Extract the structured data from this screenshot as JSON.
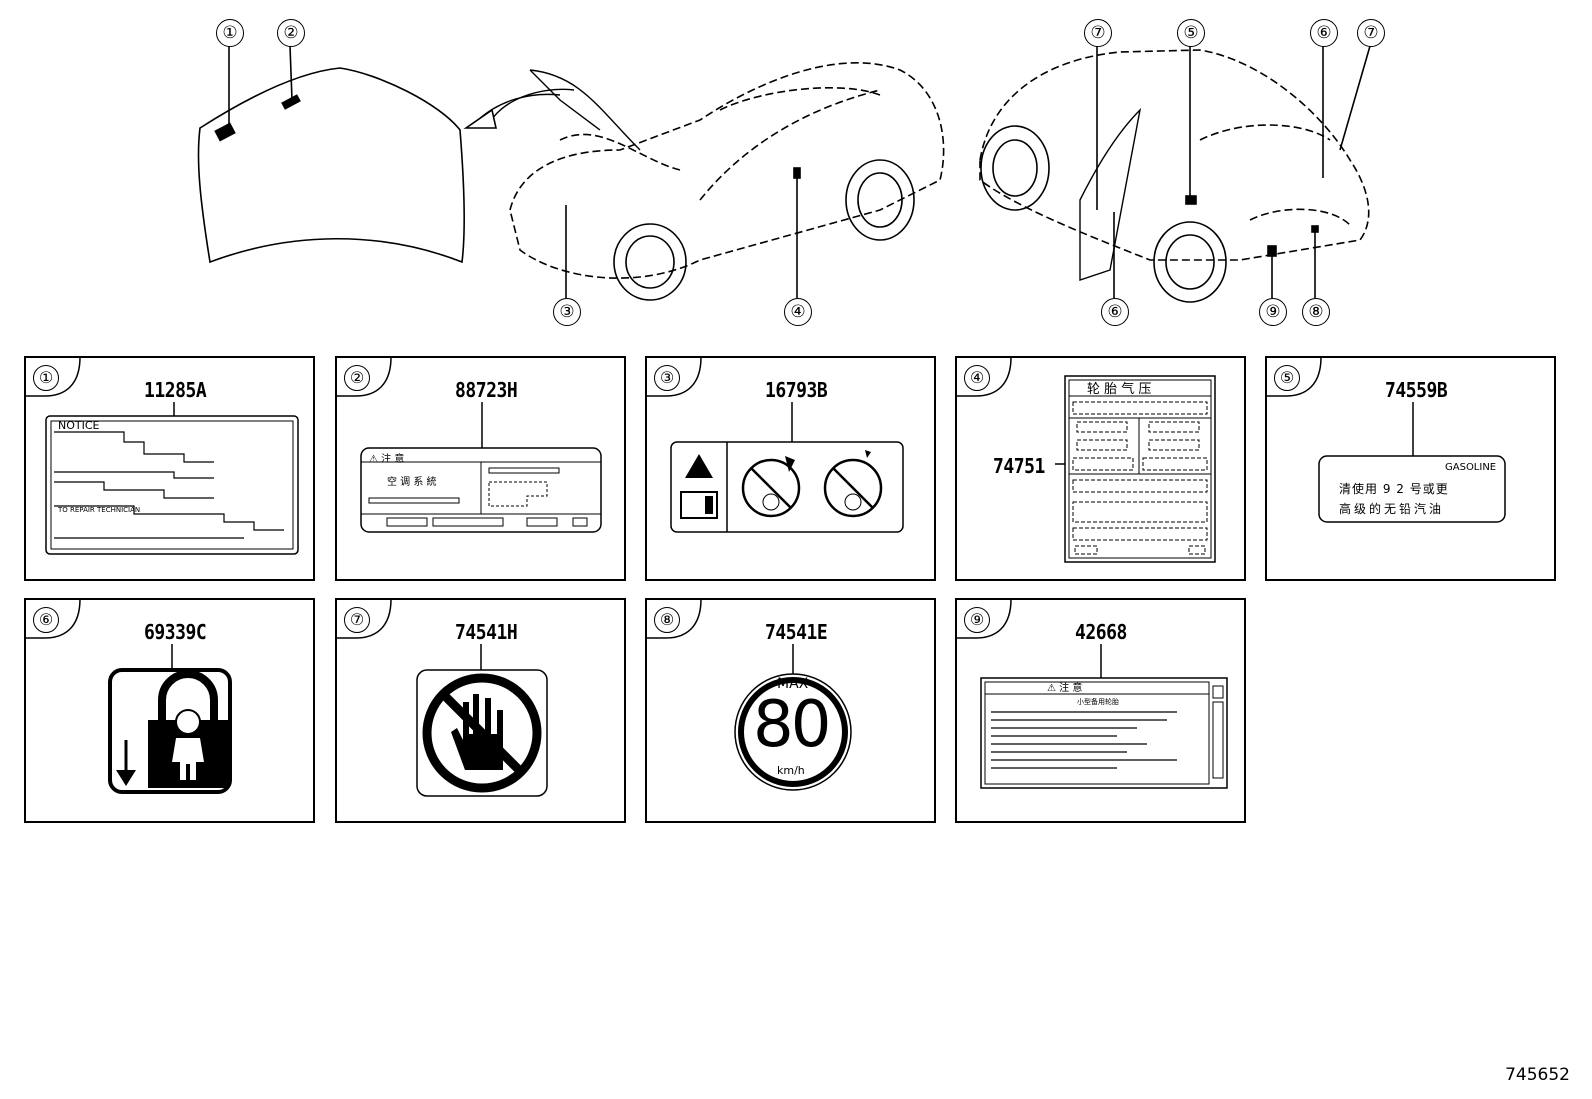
{
  "callouts_top": [
    "①",
    "②",
    "③",
    "④",
    "⑦",
    "⑤",
    "⑥",
    "⑦",
    "⑥",
    "⑨",
    "⑧"
  ],
  "panels": [
    {
      "num": "①",
      "part": "11285A"
    },
    {
      "num": "②",
      "part": "88723H"
    },
    {
      "num": "③",
      "part": "16793B"
    },
    {
      "num": "④",
      "part": "74751"
    },
    {
      "num": "⑤",
      "part": "74559B"
    },
    {
      "num": "⑥",
      "part": "69339C"
    },
    {
      "num": "⑦",
      "part": "74541H"
    },
    {
      "num": "⑧",
      "part": "74541E"
    },
    {
      "num": "⑨",
      "part": "42668"
    }
  ],
  "label_texts": {
    "notice": "NOTICE",
    "to_repair": "TO REPAIR TECHNICIAN",
    "ac_caution": "⚠ 注 意",
    "ac_system": "空 调 系 統",
    "tire_title": "轮 胎 气 压",
    "gasoline": "GASOLINE",
    "fuel_line1": "清使用 9 2 号或更",
    "fuel_line2": "高级的无铅汽油",
    "max": "MAX",
    "speed": "80",
    "kmh": "km/h",
    "warn_caution": "⚠   注   意",
    "warn_sub": "小型备用轮胎"
  },
  "figure_id": "745652"
}
